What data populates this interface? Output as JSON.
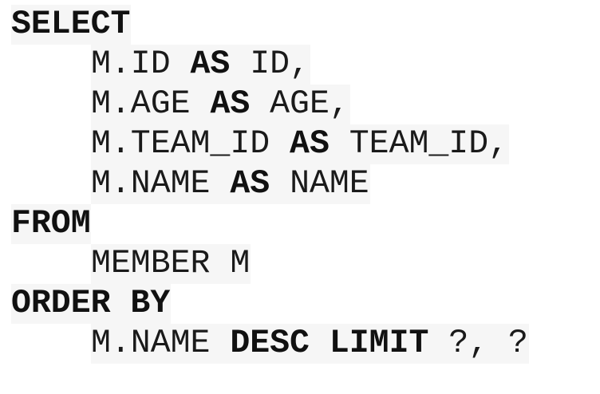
{
  "sql": {
    "select_kw": "SELECT",
    "col1_expr": "M.ID",
    "col1_as": "AS",
    "col1_alias": "ID,",
    "col2_expr": "M.AGE",
    "col2_as": "AS",
    "col2_alias": "AGE,",
    "col3_expr": "M.TEAM_ID",
    "col3_as": "AS",
    "col3_alias": "TEAM_ID,",
    "col4_expr": "M.NAME",
    "col4_as": "AS",
    "col4_alias": "NAME",
    "from_kw": "FROM",
    "table": "MEMBER M",
    "orderby_kw": "ORDER BY",
    "order_expr": "M.NAME",
    "desc_kw": "DESC",
    "limit_kw": "LIMIT",
    "limit_params": "?, ?"
  }
}
